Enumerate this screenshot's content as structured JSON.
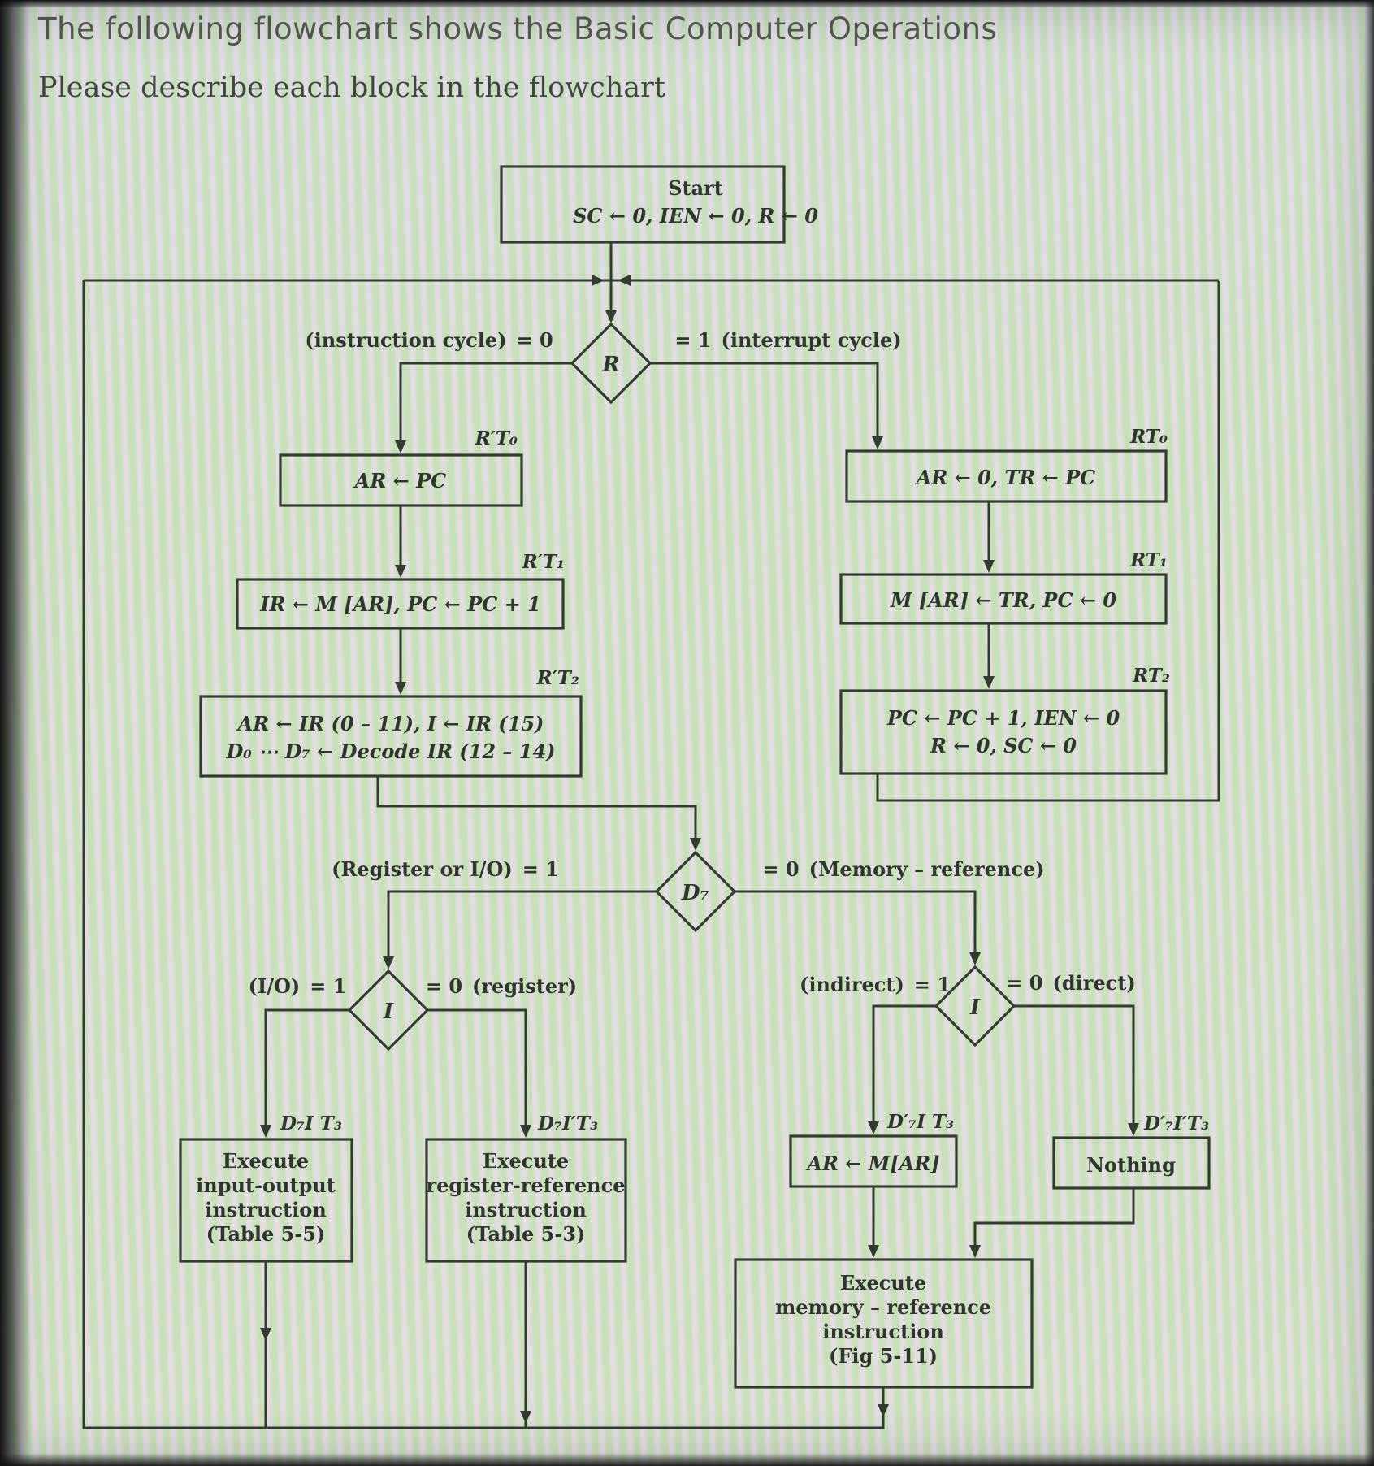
{
  "header": {
    "title": "The following flowchart shows the Basic Computer Operations",
    "subtitle": "Please describe each block in the flowchart"
  },
  "ink_color": "#333a31",
  "flow": {
    "start": {
      "title": "Start",
      "action": "SC ← 0, IEN ← 0, R ← 0"
    },
    "r_decision": {
      "label": "R",
      "left_condition": "(instruction cycle) = 0",
      "right_condition": "= 1 (interrupt cycle)"
    },
    "instruction_cycle": {
      "t0": {
        "timing": "R′T₀",
        "action": "AR ← PC"
      },
      "t1": {
        "timing": "R′T₁",
        "action": "IR ← M [AR], PC ← PC + 1"
      },
      "t2": {
        "timing": "R′T₂",
        "action_line1": "AR ← IR (0 – 11), I ← IR (15)",
        "action_line2": "D₀ ⋯ D₇ ← Decode IR (12 – 14)"
      }
    },
    "interrupt_cycle": {
      "t0": {
        "timing": "RT₀",
        "action": "AR ← 0, TR ← PC"
      },
      "t1": {
        "timing": "RT₁",
        "action": "M [AR] ← TR, PC ← 0"
      },
      "t2": {
        "timing": "RT₂",
        "action_line1": "PC ← PC + 1, IEN ← 0",
        "action_line2": "R ← 0, SC ← 0"
      }
    },
    "d7_decision": {
      "label": "D₇",
      "left_condition": "(Register or I/O) = 1",
      "right_condition": "= 0 (Memory – reference)"
    },
    "i_left_decision": {
      "label": "I",
      "left_condition": "(I/O) = 1",
      "right_condition": "= 0 (register)"
    },
    "i_right_decision": {
      "label": "I",
      "left_condition": "(indirect) = 1",
      "right_condition": "= 0 (direct)"
    },
    "execute_io": {
      "timing": "D₇I T₃",
      "lines": [
        "Execute",
        "input-output",
        "instruction",
        "(Table 5-5)"
      ]
    },
    "execute_register": {
      "timing": "D₇I′T₃",
      "lines": [
        "Execute",
        "register-reference",
        "instruction",
        "(Table 5-3)"
      ]
    },
    "indirect_fetch": {
      "timing": "D′₇I T₃",
      "action": "AR ← M[AR]"
    },
    "direct_nothing": {
      "timing": "D′₇I′T₃",
      "action": "Nothing"
    },
    "execute_memory": {
      "lines": [
        "Execute",
        "memory – reference",
        "instruction",
        "(Fig 5-11)"
      ]
    }
  }
}
